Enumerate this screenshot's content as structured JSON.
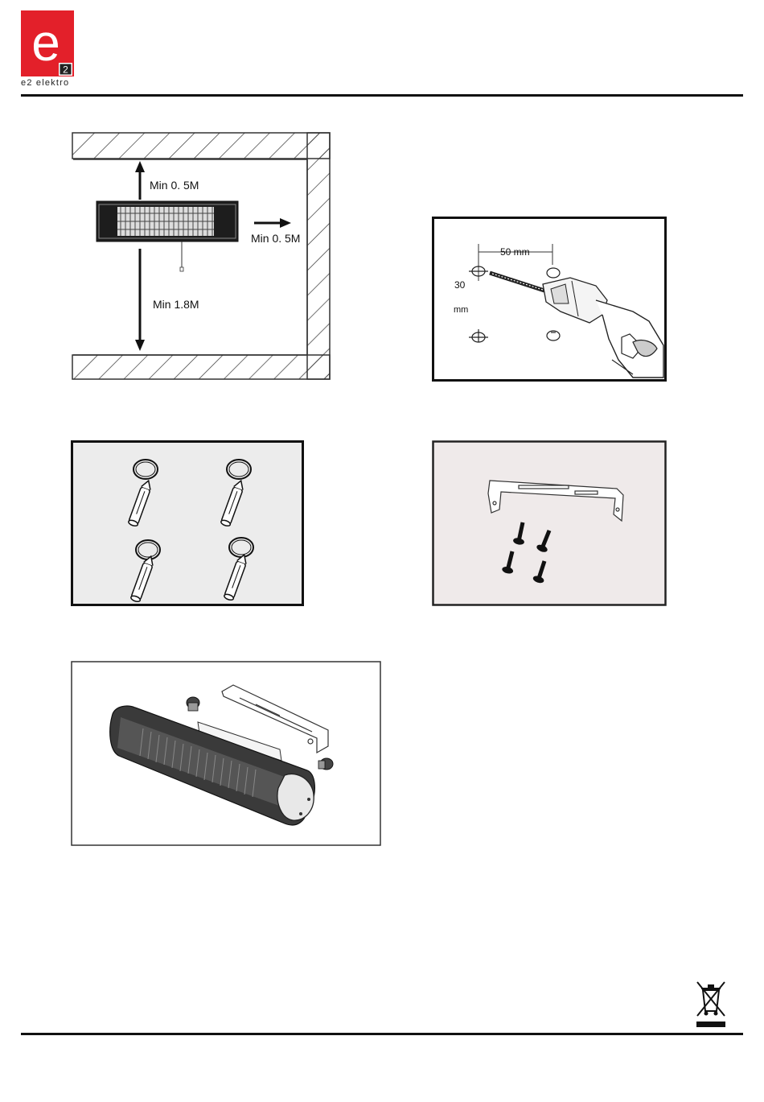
{
  "brand": {
    "logo_letter": "e",
    "logo_superscript": "2",
    "name": "e2 elektro",
    "accent_color": "#e3202a"
  },
  "figures": {
    "clearance": {
      "top_label": "Min  0. 5M",
      "side_label": "Min  0. 5M",
      "bottom_label": "Min  1.8M"
    },
    "drilling": {
      "horizontal_label": "50 mm",
      "vertical_value": "30",
      "vertical_unit": "mm"
    },
    "anchors": {},
    "bracket_screws": {},
    "assembly": {}
  },
  "footer": {
    "weee_icon": "crossed-out-wheelie-bin-icon"
  }
}
